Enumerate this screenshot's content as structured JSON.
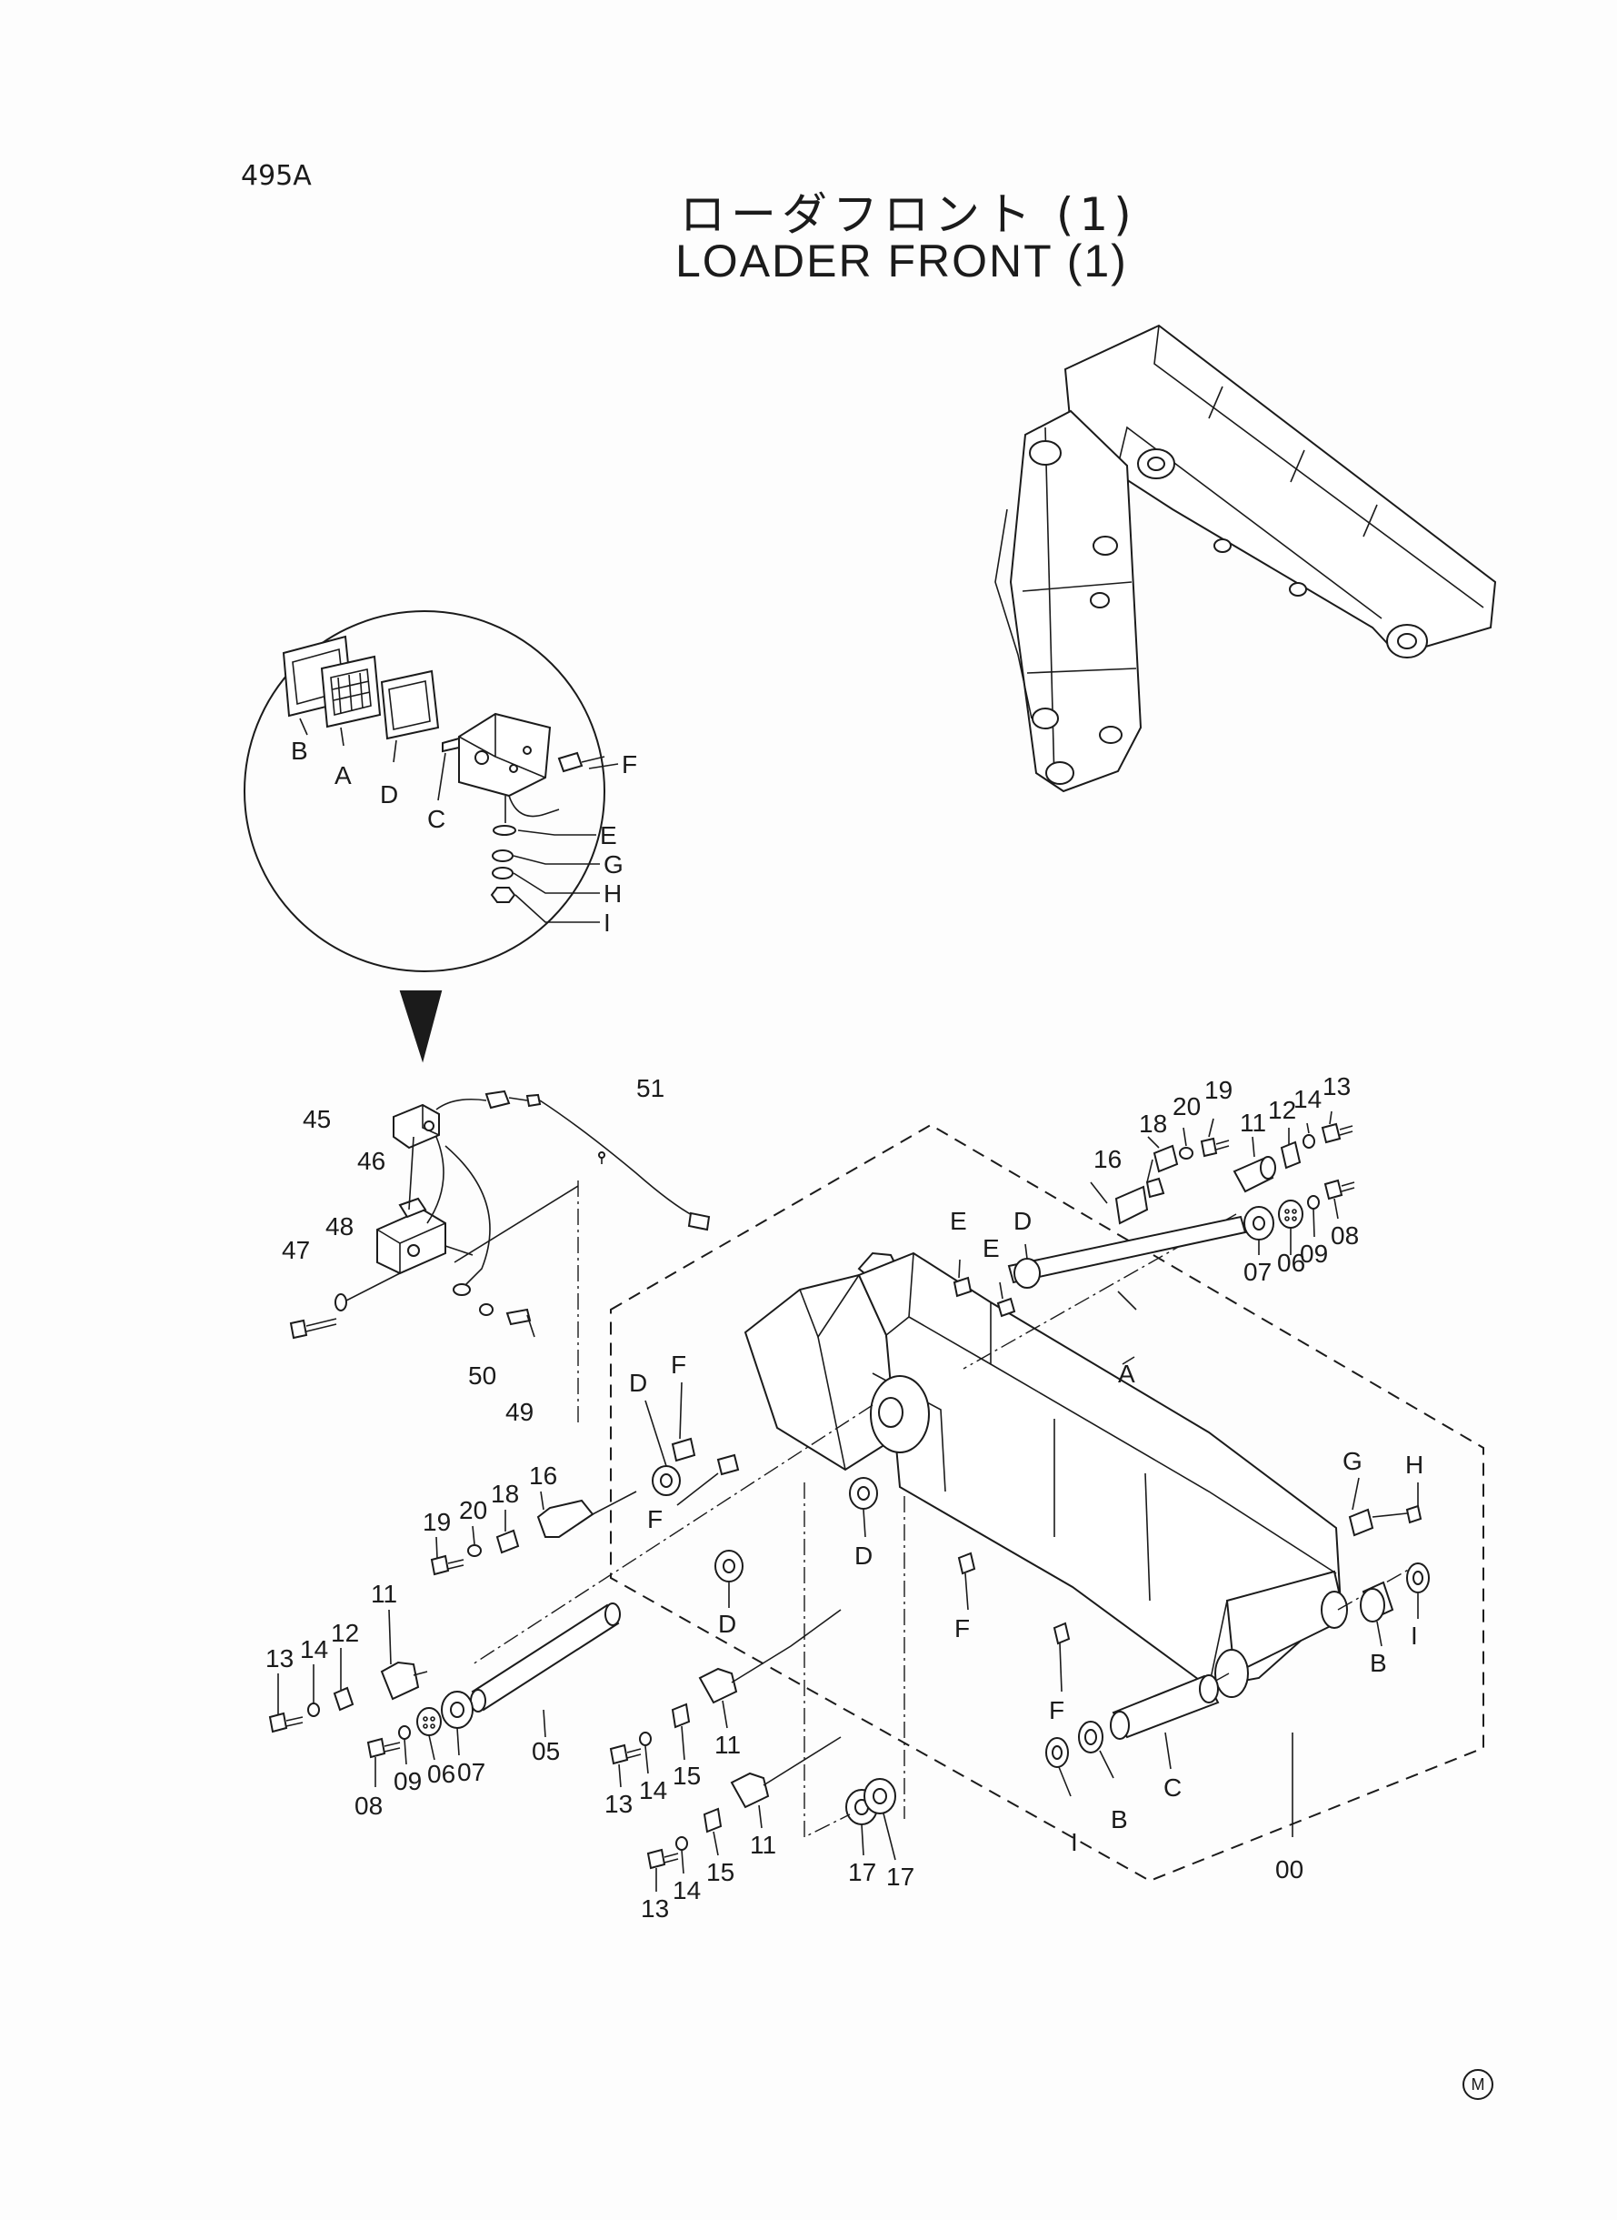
{
  "page_number": "495A",
  "title_jp": "ローダフロント (1)",
  "title_en": "LOADER FRONT (1)",
  "mark": "M",
  "callouts": {
    "lamp_b": "B",
    "lamp_a": "A",
    "lamp_d": "D",
    "lamp_c": "C",
    "lamp_f": "F",
    "lamp_e": "E",
    "lamp_g": "G",
    "lamp_h": "H",
    "lamp_i": "I",
    "p45": "45",
    "p46": "46",
    "p47": "47",
    "p48": "48",
    "p50": "50",
    "p49": "49",
    "p51": "51",
    "r16": "16",
    "r18": "18",
    "r20": "20",
    "r19": "19",
    "r11": "11",
    "r12": "12",
    "r14": "14",
    "r13": "13",
    "r07": "07",
    "r06": "06",
    "r09": "09",
    "r08": "08",
    "e1": "E",
    "e2": "E",
    "d_top": "D",
    "a_boom": "A",
    "g_right": "G",
    "h_right": "H",
    "d_left": "D",
    "f_left": "F",
    "f_left2": "F",
    "l16": "16",
    "l18": "18",
    "l20": "20",
    "l19": "19",
    "d_mid": "D",
    "d_low": "D",
    "f_mid": "F",
    "f_low": "F",
    "l11": "11",
    "l12": "12",
    "l14": "14",
    "l13": "13",
    "l05": "05",
    "l08": "08",
    "l09": "09",
    "l06": "06",
    "l07": "07",
    "m11a": "11",
    "m15a": "15",
    "m14a": "14",
    "m13a": "13",
    "m11b": "11",
    "m15b": "15",
    "m14b": "14",
    "m13b": "13",
    "c17a": "17",
    "c17b": "17",
    "b_right": "B",
    "i_right": "I",
    "c_low": "C",
    "b_low": "B",
    "i_low": "I",
    "p00": "00"
  }
}
